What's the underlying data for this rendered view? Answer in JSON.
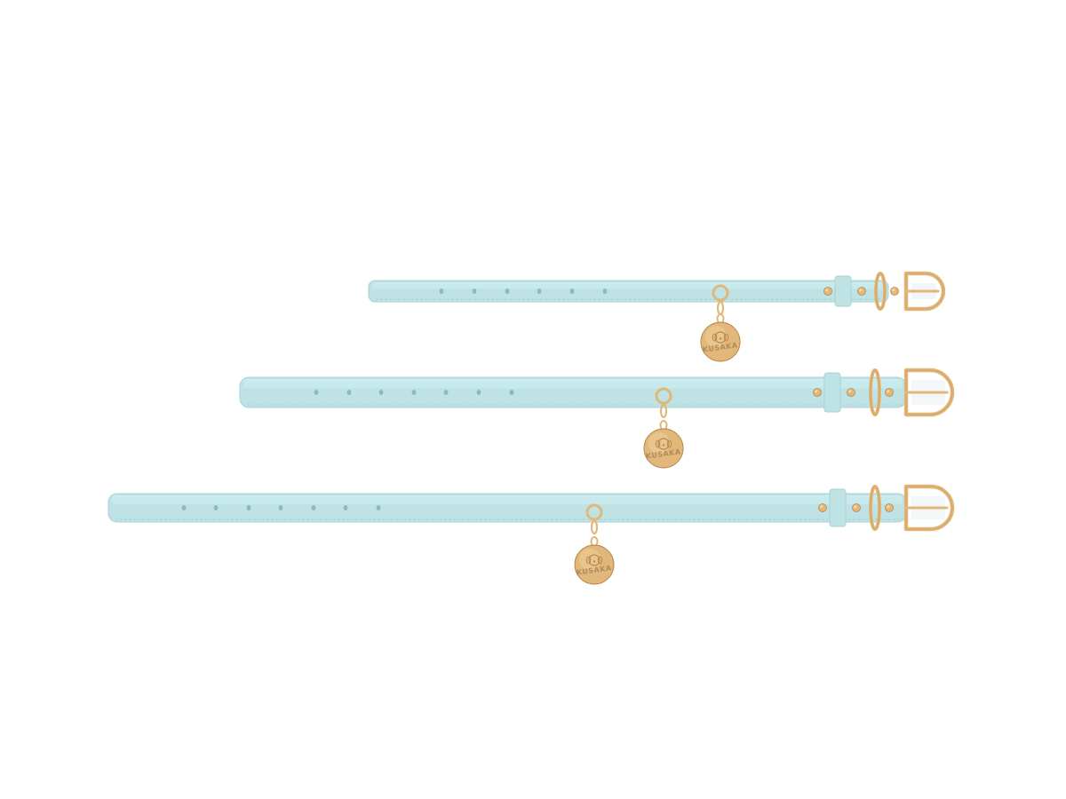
{
  "scene": {
    "description_colors": {
      "background": "#ffffff",
      "leather": "#bfe3e5",
      "leather_edge": "#a9d2d5",
      "stitch": "#d6eef0",
      "hole": "#8fb8bb",
      "gold": "#e2b87a",
      "gold_dark": "#b8874f",
      "gold_light": "#f4dcb0"
    }
  },
  "collars": [
    {
      "size_rank": 1,
      "hole_count": 6,
      "tag": {
        "brand": "KUSAKA",
        "icon": "dog-face-icon"
      }
    },
    {
      "size_rank": 2,
      "hole_count": 7,
      "tag": {
        "brand": "KUSAKA",
        "icon": "dog-face-icon"
      }
    },
    {
      "size_rank": 3,
      "hole_count": 7,
      "tag": {
        "brand": "KUSAKA",
        "icon": "dog-face-icon"
      }
    }
  ]
}
